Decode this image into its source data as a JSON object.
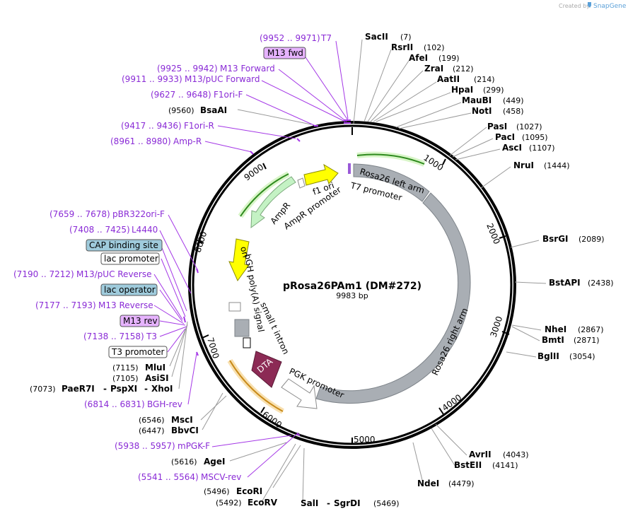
{
  "watermark": {
    "text": "Created by",
    "brand": "SnapGene"
  },
  "plasmid": {
    "name": "pRosa26PAm1 (DM#272)",
    "length_text": "9983 bp",
    "length": 9983
  },
  "colors": {
    "grey_feature": "#a9aeb4",
    "yellow": "#ffff00",
    "green": "#c4f2c4",
    "green_outline": "#2e8a1e",
    "dta": "#8c2a55",
    "orange": "#f0a830",
    "primer": "#8a2bd6",
    "purple_box": "#e6b3ff",
    "blue_box": "#9fcbdc"
  },
  "ticks": [
    "1000",
    "2000",
    "3000",
    "4000",
    "5000",
    "6000",
    "7000",
    "8000",
    "9000"
  ],
  "features": [
    {
      "label": "Rosa26 left arm"
    },
    {
      "label": "Rosa26 right arm"
    },
    {
      "label": "T7 promoter"
    },
    {
      "label": "f1 ori"
    },
    {
      "label": "AmpR promoter"
    },
    {
      "label": "AmpR"
    },
    {
      "label": "ori"
    },
    {
      "label": "bGH poly(A) signal"
    },
    {
      "label": "small t intron"
    },
    {
      "label": "DTA"
    },
    {
      "label": "PGK promoter"
    }
  ],
  "enzymes_right": [
    {
      "name": "SacII",
      "pos": "(7)"
    },
    {
      "name": "RsrII",
      "pos": "(102)"
    },
    {
      "name": "AfeI",
      "pos": "(199)"
    },
    {
      "name": "ZraI",
      "pos": "(212)"
    },
    {
      "name": "AatII",
      "pos": "(214)"
    },
    {
      "name": "HpaI",
      "pos": "(299)"
    },
    {
      "name": "MauBI",
      "pos": "(449)"
    },
    {
      "name": "NotI",
      "pos": "(458)"
    },
    {
      "name": "PasI",
      "pos": "(1027)"
    },
    {
      "name": "PacI",
      "pos": "(1095)"
    },
    {
      "name": "AscI",
      "pos": "(1107)"
    },
    {
      "name": "NruI",
      "pos": "(1444)"
    },
    {
      "name": "BsrGI",
      "pos": "(2089)"
    },
    {
      "name": "BstAPI",
      "pos": "(2438)"
    },
    {
      "name": "NheI",
      "pos": "(2867)"
    },
    {
      "name": "BmtI",
      "pos": "(2871)"
    },
    {
      "name": "BglII",
      "pos": "(3054)"
    },
    {
      "name": "AvrII",
      "pos": "(4043)"
    },
    {
      "name": "BstEII",
      "pos": "(4141)"
    },
    {
      "name": "NdeI",
      "pos": "(4479)"
    }
  ],
  "bottom": {
    "sali": "SalI",
    "dash": "-",
    "sgrdi": "SgrDI",
    "pos": "(5469)"
  },
  "enzymes_left": [
    {
      "name": "BsaAI",
      "pos": "(9560)"
    },
    {
      "name": "MluI",
      "pos": "(7115)"
    },
    {
      "name": "AsiSI",
      "pos": "(7105)"
    },
    {
      "name": "MscI",
      "pos": "(6546)"
    },
    {
      "name": "BbvCI",
      "pos": "(6447)"
    },
    {
      "name": "AgeI",
      "pos": "(5616)"
    },
    {
      "name": "EcoRI",
      "pos": "(5496)"
    },
    {
      "name": "EcoRV",
      "pos": "(5492)"
    }
  ],
  "pae_row": {
    "pos": "(7073)",
    "a": "PaeR7I",
    "b": "PspXI",
    "c": "XhoI",
    "dash": "-"
  },
  "primers": [
    {
      "range": "(9952 .. 9971)",
      "name": "T7"
    },
    {
      "range": "(9925 .. 9942)",
      "name": "M13 Forward"
    },
    {
      "range": "(9911 .. 9933)",
      "name": "M13/pUC Forward"
    },
    {
      "range": "(9627 .. 9648)",
      "name": "F1ori-F"
    },
    {
      "range": "(9417 .. 9436)",
      "name": "F1ori-R"
    },
    {
      "range": "(8961 .. 8980)",
      "name": "Amp-R"
    },
    {
      "range": "(7659 .. 7678)",
      "name": "pBR322ori-F"
    },
    {
      "range": "(7408 .. 7425)",
      "name": "L4440"
    },
    {
      "range": "(7190 .. 7212)",
      "name": "M13/pUC Reverse"
    },
    {
      "range": "(7177 .. 7193)",
      "name": "M13 Reverse"
    },
    {
      "range": "(7138 .. 7158)",
      "name": "T3"
    },
    {
      "range": "(6814 .. 6831)",
      "name": "BGH-rev"
    },
    {
      "range": "(5938 .. 5957)",
      "name": "mPGK-F"
    },
    {
      "range": "(5541 .. 5564)",
      "name": "MSCV-rev"
    }
  ],
  "boxes": {
    "m13fwd": "M13 fwd",
    "cap": "CAP binding site",
    "lacp": "lac promoter",
    "laco": "lac operator",
    "m13rev": "M13 rev",
    "t3p": "T3 promoter"
  }
}
